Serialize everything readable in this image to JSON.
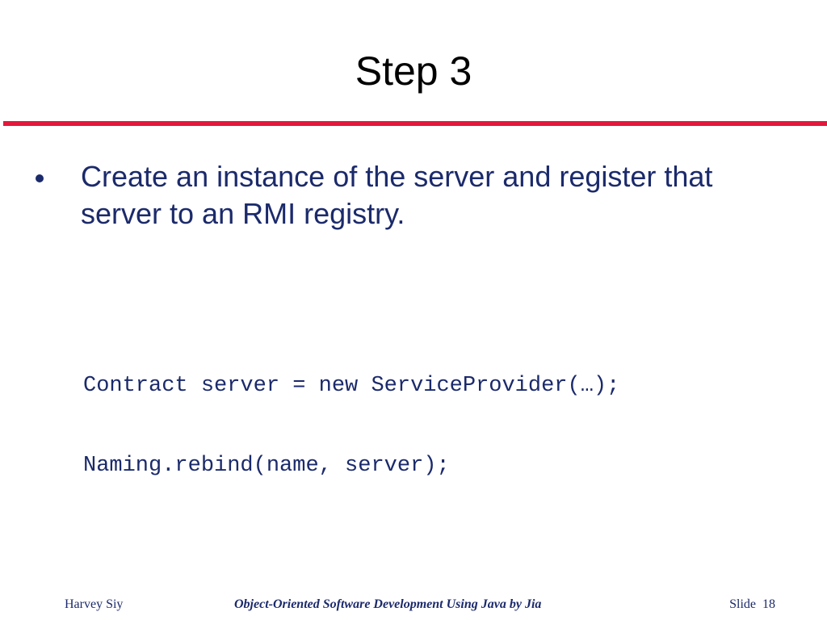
{
  "slide": {
    "title": "Step 3",
    "bullets": [
      "Create an instance of the server and register that server to an RMI registry."
    ],
    "code_lines": [
      "Contract server = new ServiceProvider(…);",
      "Naming.rebind(name, server);"
    ],
    "accent_color": "#e3183c",
    "text_color": "#1b2a6b"
  },
  "footer": {
    "author": "Harvey Siy",
    "course": "Object-Oriented Software Development Using Java by Jia",
    "slide_label": "Slide",
    "slide_number": "18"
  }
}
